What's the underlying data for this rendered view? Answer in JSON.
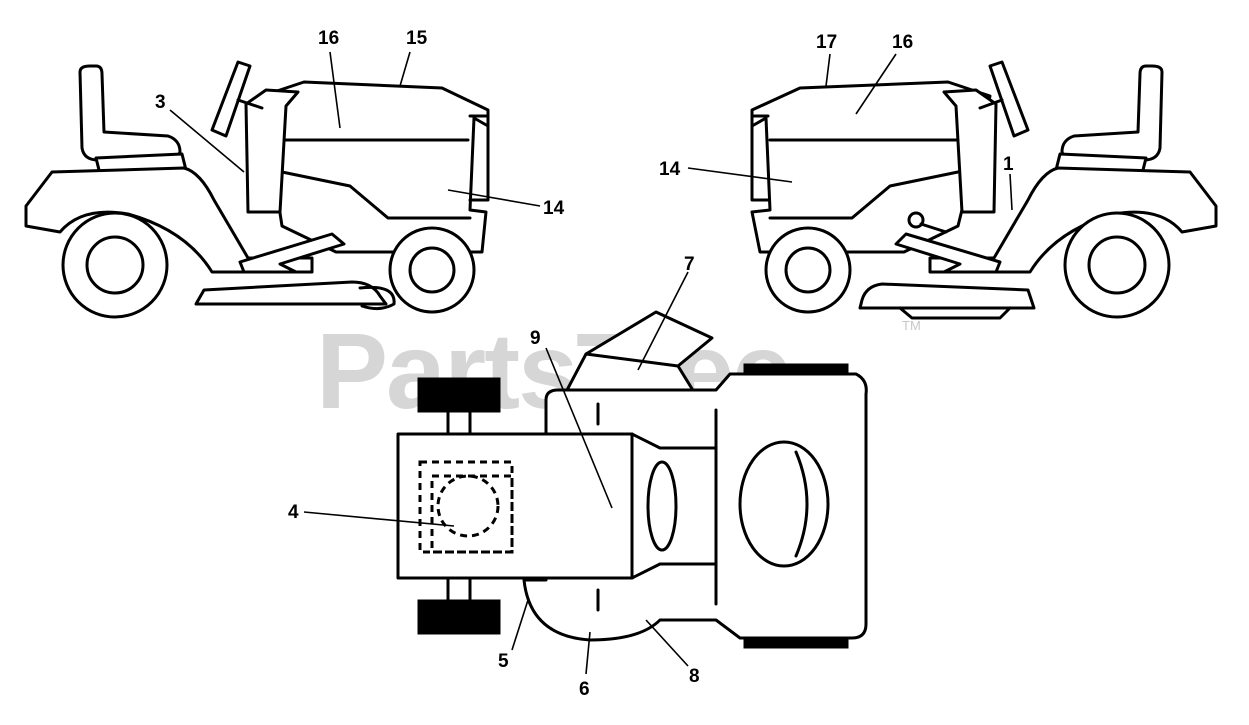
{
  "watermark": {
    "text": "PartsTree",
    "trademark": "TM"
  },
  "callouts": {
    "c1": "1",
    "c3": "3",
    "c4": "4",
    "c5": "5",
    "c6": "6",
    "c7": "7",
    "c8": "8",
    "c9": "9",
    "c14a": "14",
    "c14b": "14",
    "c15": "15",
    "c16a": "16",
    "c16b": "16",
    "c17": "17"
  }
}
